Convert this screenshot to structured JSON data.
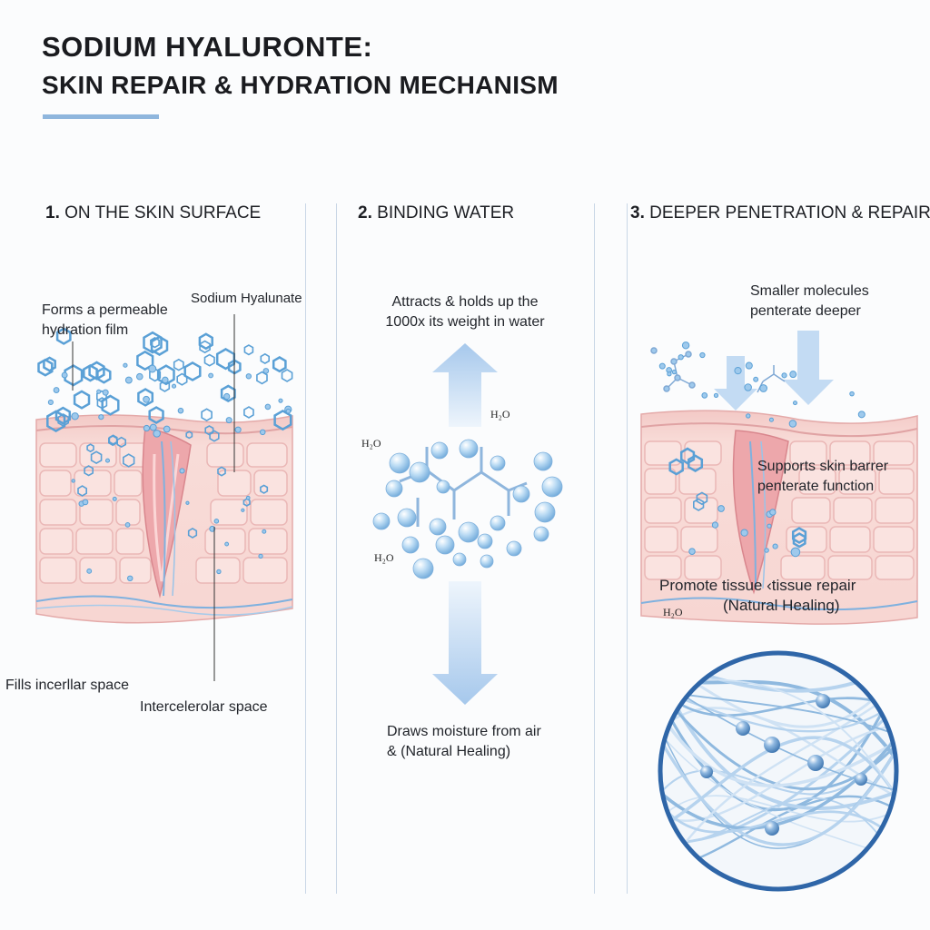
{
  "header": {
    "title": "SODIUM HYALURONTE:",
    "subtitle": "SKIN REPAIR & HYDRATION MECHANISM"
  },
  "sections": [
    {
      "number": "1.",
      "title": "ON THE SKIN SURFACE",
      "labels": {
        "film_line1": "Forms a permeable",
        "film_line2": "hydration film",
        "molecule": "Sodium Hyalunate",
        "fills": "Fills incerllar space",
        "intercellular": "Intercelerolar space"
      }
    },
    {
      "number": "2.",
      "title": "BINDING WATER",
      "labels": {
        "attracts_line1": "Attracts & holds up the",
        "attracts_line2": "1000x its weight in water",
        "h2o": "H₂O",
        "draws_line1": "Draws moisture from air",
        "draws_line2": "& (Natural Healing)"
      }
    },
    {
      "number": "3.",
      "title": "DEEPER PENETRATION & REPAIR",
      "labels": {
        "smaller_line1": "Smaller molecules",
        "smaller_line2": "penterate deeper",
        "supports_line1": "Supports skin barrer",
        "supports_line2": "penterate function",
        "promote_line1": "Promote tissue ‹tissue repair",
        "promote_line2": "(Natural Healing)",
        "h2o": "H₂O"
      }
    }
  ],
  "colors": {
    "accent": "#8fb6dd",
    "skin": "#f6d3d0",
    "skin_dark": "#e9aeb0",
    "molecule": "#5aa0d6",
    "water": "#9ec9ec",
    "arrow": "#a9c9ec",
    "circle_border": "#2f66a8"
  }
}
